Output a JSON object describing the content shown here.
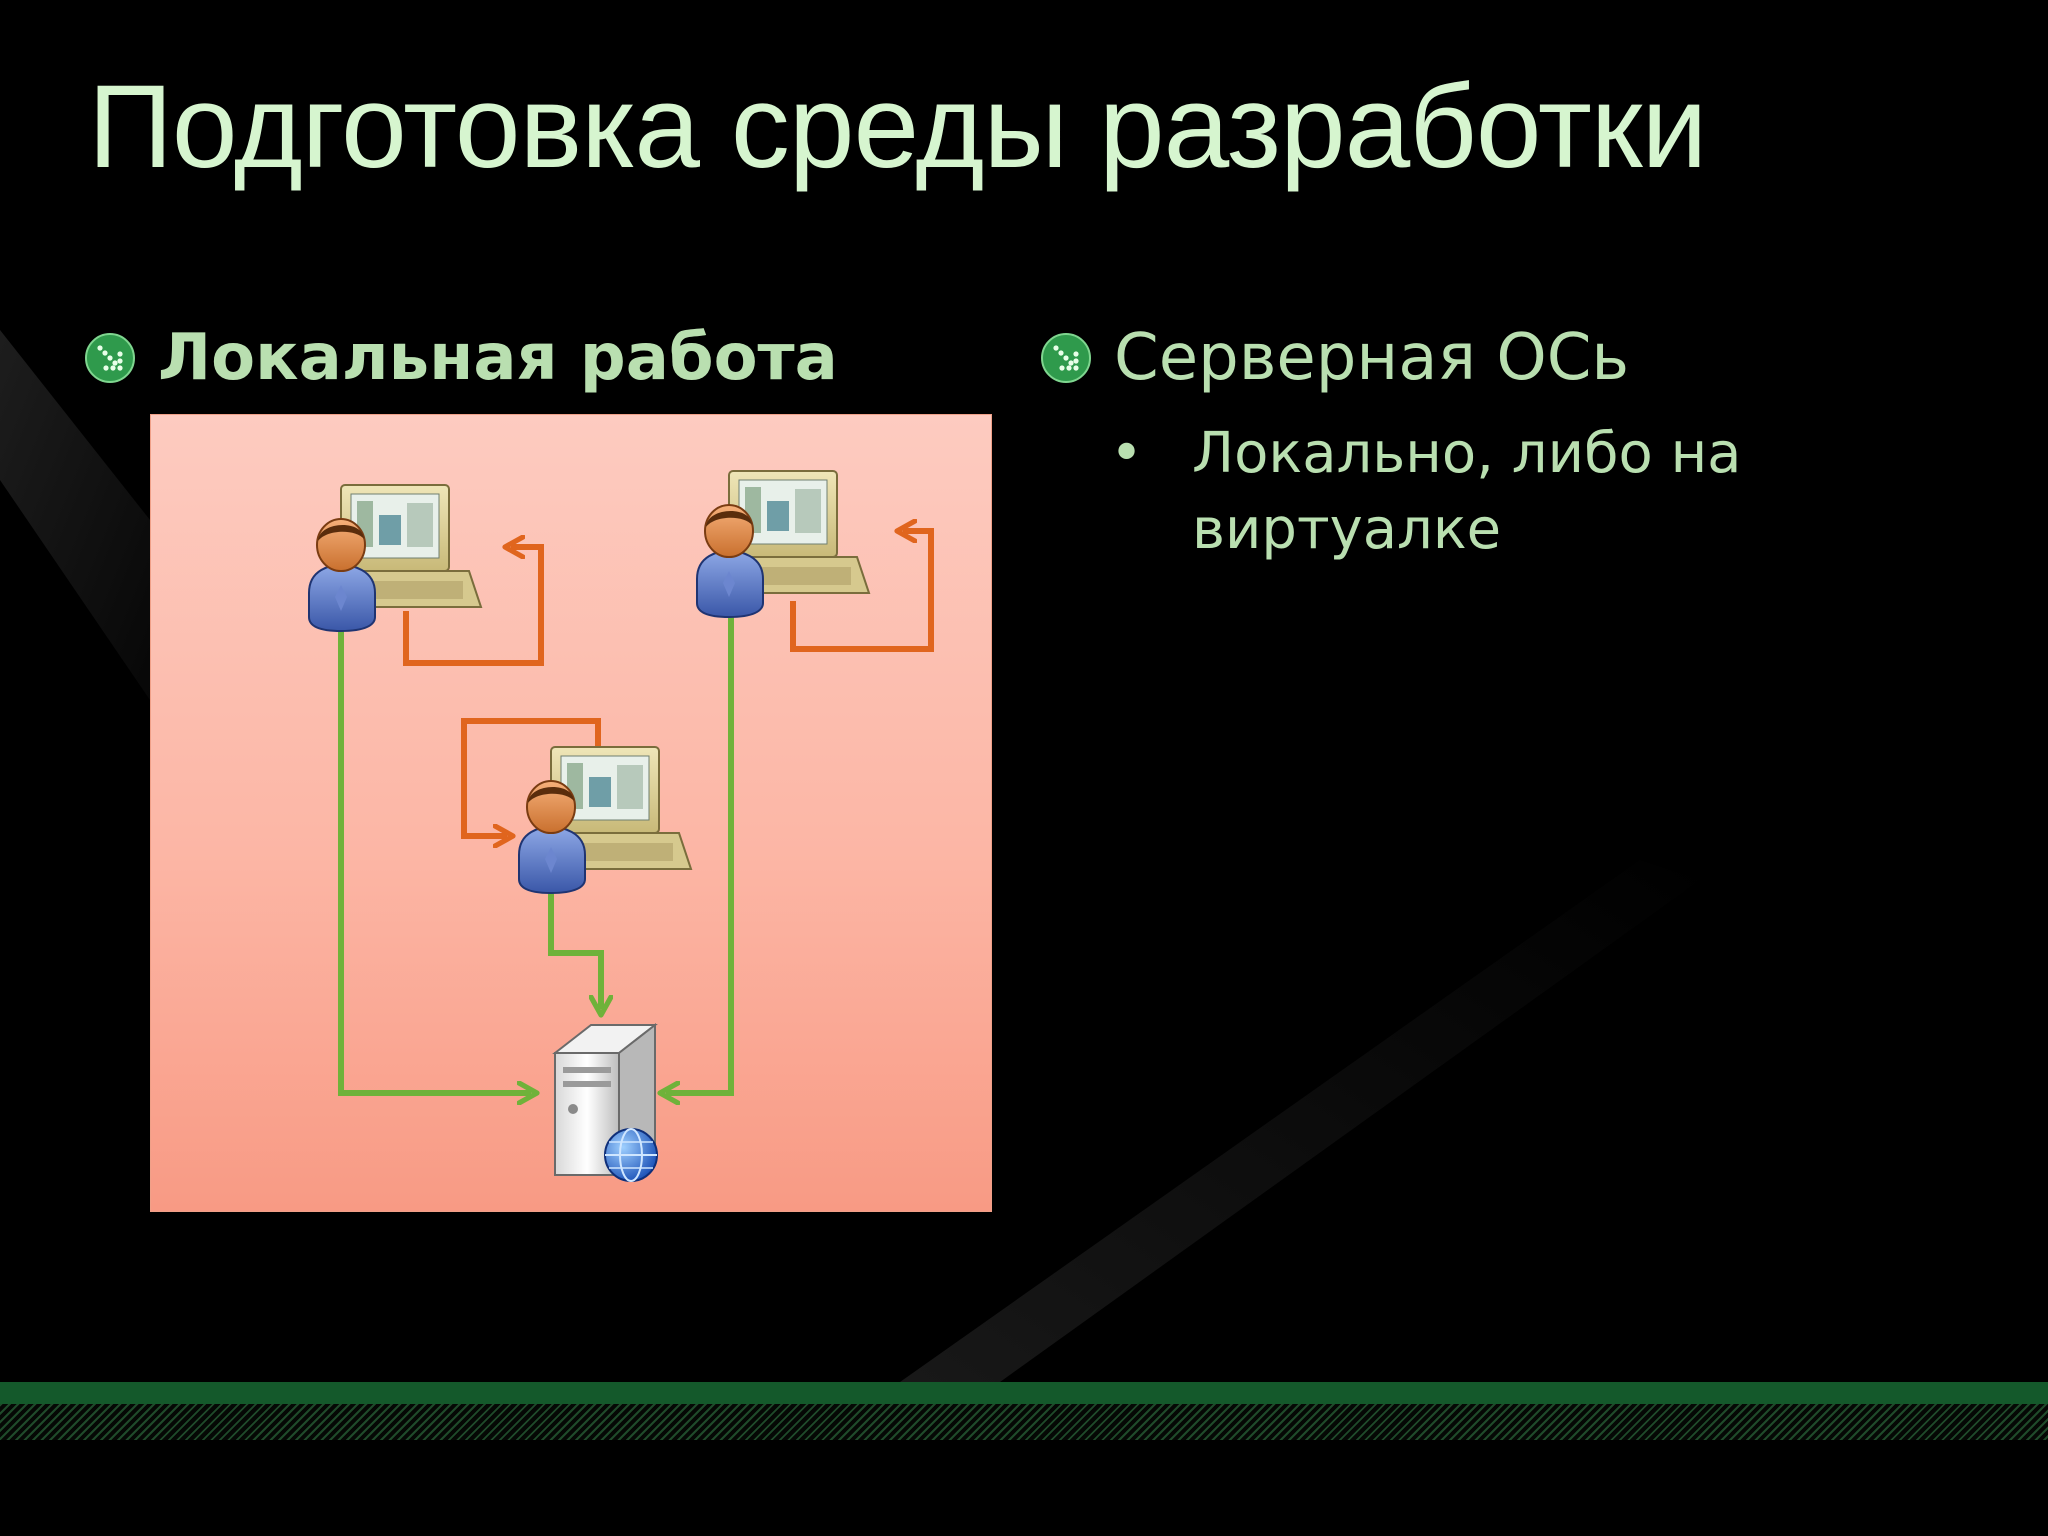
{
  "slide": {
    "title": "Подготовка среды разработки",
    "left_bullet": {
      "label": "Локальная работа",
      "icon": "green-arrow-bullet-icon"
    },
    "right_bullet": {
      "label": "Серверная ОСь",
      "icon": "green-arrow-bullet-icon",
      "sub_items": [
        {
          "marker": "•",
          "text": "Локально, либо на виртуалке"
        }
      ]
    }
  },
  "diagram": {
    "nodes": [
      {
        "id": "dev-1",
        "icon": "developer-workstation-icon"
      },
      {
        "id": "dev-2",
        "icon": "developer-workstation-icon"
      },
      {
        "id": "dev-3",
        "icon": "developer-workstation-icon"
      },
      {
        "id": "server",
        "icon": "web-server-icon"
      }
    ],
    "edges": [
      {
        "from": "dev-1",
        "to": "dev-1",
        "kind": "local-loop"
      },
      {
        "from": "dev-2",
        "to": "dev-2",
        "kind": "local-loop"
      },
      {
        "from": "dev-3",
        "to": "dev-3",
        "kind": "local-loop"
      },
      {
        "from": "dev-1",
        "to": "server",
        "kind": "deploy"
      },
      {
        "from": "dev-2",
        "to": "server",
        "kind": "deploy"
      },
      {
        "from": "dev-3",
        "to": "server",
        "kind": "deploy"
      }
    ]
  },
  "colors": {
    "background": "#000000",
    "title": "#d6f5cf",
    "text": "#b9dfb0",
    "local_loop_arrow": "#e0651e",
    "deploy_arrow": "#6fb23a",
    "diagram_bg_top": "#fdcbc0",
    "diagram_bg_bottom": "#f89a84",
    "bottom_band": "#14592b"
  }
}
